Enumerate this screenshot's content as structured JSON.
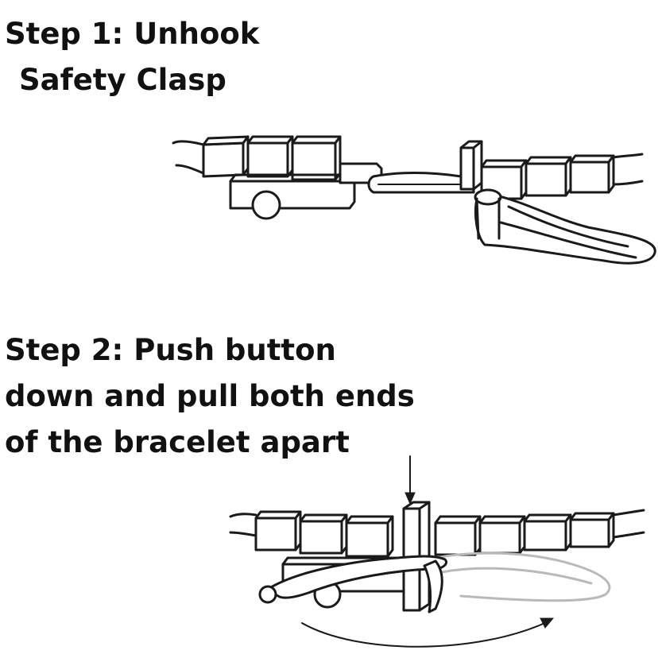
{
  "steps": [
    {
      "title_lines": [
        "Step 1: Unhook",
        "Safety Clasp"
      ]
    },
    {
      "title_lines": [
        "Step 2: Push button",
        "down and pull both ends",
        "of the bracelet apart"
      ]
    }
  ],
  "ink_color": "#1a1a1a",
  "ghost_color": "#b9b9b9"
}
